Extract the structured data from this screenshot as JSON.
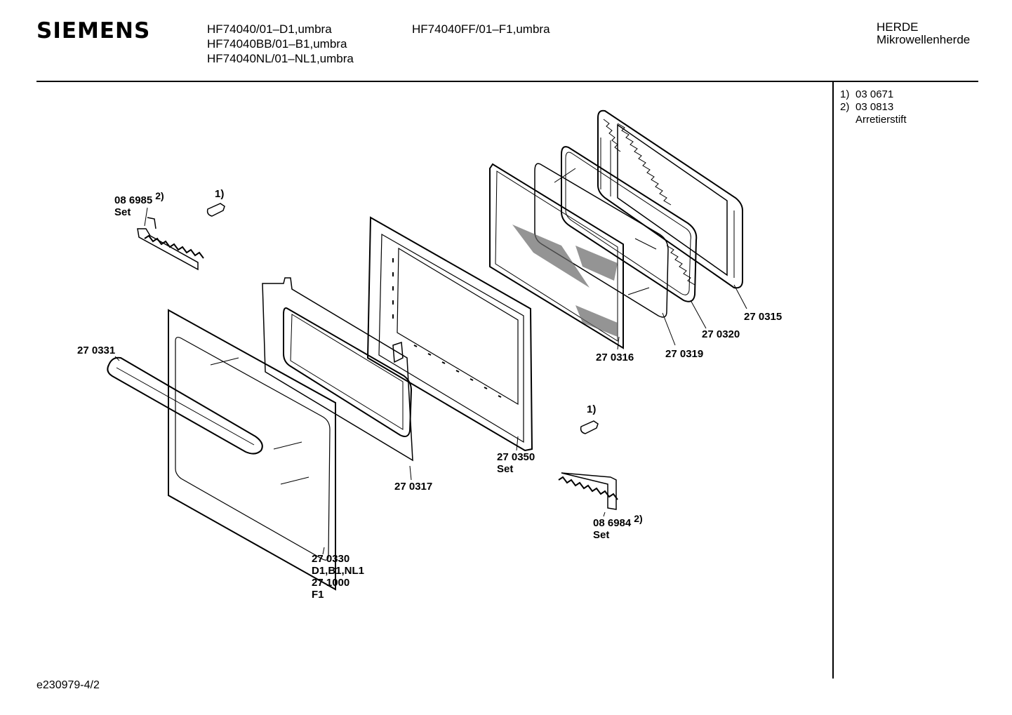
{
  "header": {
    "brand": "SIEMENS",
    "models_col1": [
      "HF74040/01–D1,umbra",
      "HF74040BB/01–B1,umbra",
      "HF74040NL/01–NL1,umbra"
    ],
    "models_col2": [
      "HF74040FF/01–F1,umbra"
    ],
    "category": "HERDE",
    "subcategory": "Mikrowellenherde"
  },
  "notes": [
    {
      "num": "1)",
      "code": "03 0671",
      "desc": ""
    },
    {
      "num": "2)",
      "code": "03 0813",
      "desc": "Arretierstift"
    }
  ],
  "parts": {
    "p086985": {
      "code": "08 6985",
      "note": "2)",
      "sub": "Set"
    },
    "p1top": {
      "note": "1)"
    },
    "p270331": {
      "code": "27 0331"
    },
    "p270330": {
      "lines": [
        "27 0330",
        "D1,B1,NL1",
        "27 1000",
        "F1"
      ]
    },
    "p270317": {
      "code": "27 0317"
    },
    "p270350": {
      "code": "27 0350",
      "sub": "Set"
    },
    "p270316": {
      "code": "27 0316"
    },
    "p270319": {
      "code": "27 0319"
    },
    "p270320": {
      "code": "27 0320"
    },
    "p270315": {
      "code": "27 0315"
    },
    "p1bottom": {
      "note": "1)"
    },
    "p086984": {
      "code": "08 6984",
      "note": "2)",
      "sub": "Set"
    }
  },
  "footer": {
    "ref": "e230979-4/2"
  }
}
